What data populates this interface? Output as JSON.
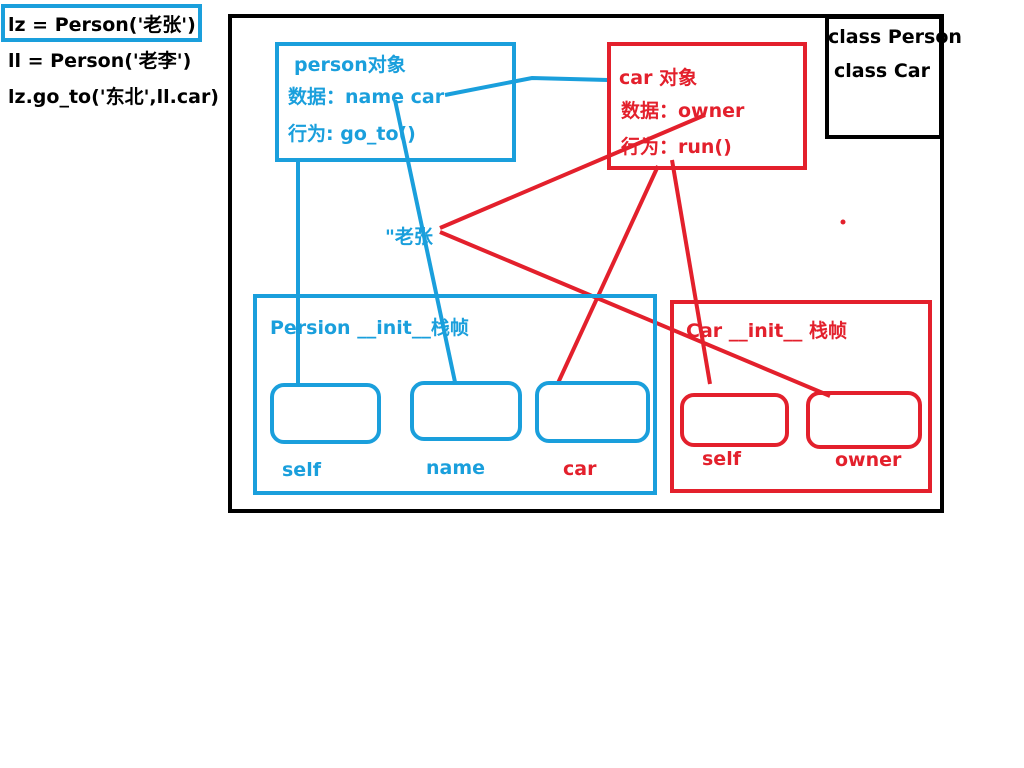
{
  "code": {
    "line1": "lz = Person('老张')",
    "line2": "ll = Person('老李')",
    "line3": "lz.go_to('东北',ll.car)"
  },
  "classes_box": {
    "line1": "class Person",
    "line2": "class Car"
  },
  "person_object": {
    "title": "person对象",
    "data": "数据：name car",
    "behavior": "行为: go_to()"
  },
  "car_object": {
    "title": "car 对象",
    "data": "数据：owner",
    "behavior": "行为：run()"
  },
  "string_value": "\"老张",
  "person_init_frame": {
    "title": "Persion  __init__栈帧",
    "slots": [
      "self",
      "name",
      "car"
    ]
  },
  "car_init_frame": {
    "title": "Car __init__ 栈帧",
    "slots": [
      "self",
      "owner"
    ]
  },
  "colors": {
    "blue": "#1a9fdc",
    "red": "#e3202c",
    "black": "#000000"
  }
}
